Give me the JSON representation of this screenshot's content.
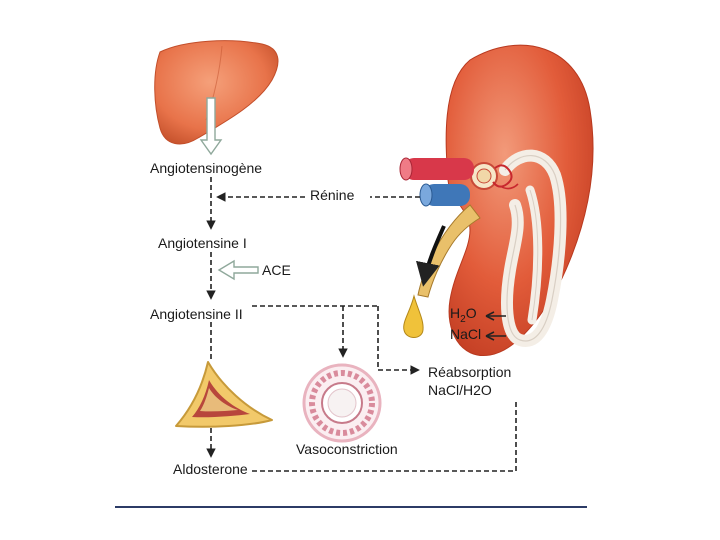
{
  "labels": {
    "angiotensinogen": "Angiotensinogène",
    "renin": "Rénine",
    "angiotensin1": "Angiotensine I",
    "ace": "ACE",
    "angiotensin2": "Angiotensine II",
    "h2o_prefix": "H",
    "h2o_sub": "2",
    "h2o_suffix": "O",
    "nacl": "NaCl",
    "reabsorption_line1": "Réabsorption",
    "reabsorption_line2": "NaCl/H2O",
    "vasoconstriction": "Vasoconstriction",
    "aldosterone": "Aldosterone"
  },
  "colors": {
    "liver": "#e8734a",
    "kidney": "#e25c3a",
    "artery": "#d8384a",
    "vein": "#3f77b8",
    "ureter": "#e6b24e",
    "adrenal_outer": "#f2c96a",
    "adrenal_inner": "#b8463c",
    "vessel_ring": "#e9b3bf",
    "arrow": "#222222",
    "hollow_arrow": "#8fa89b",
    "rule": "#2c3b66"
  }
}
